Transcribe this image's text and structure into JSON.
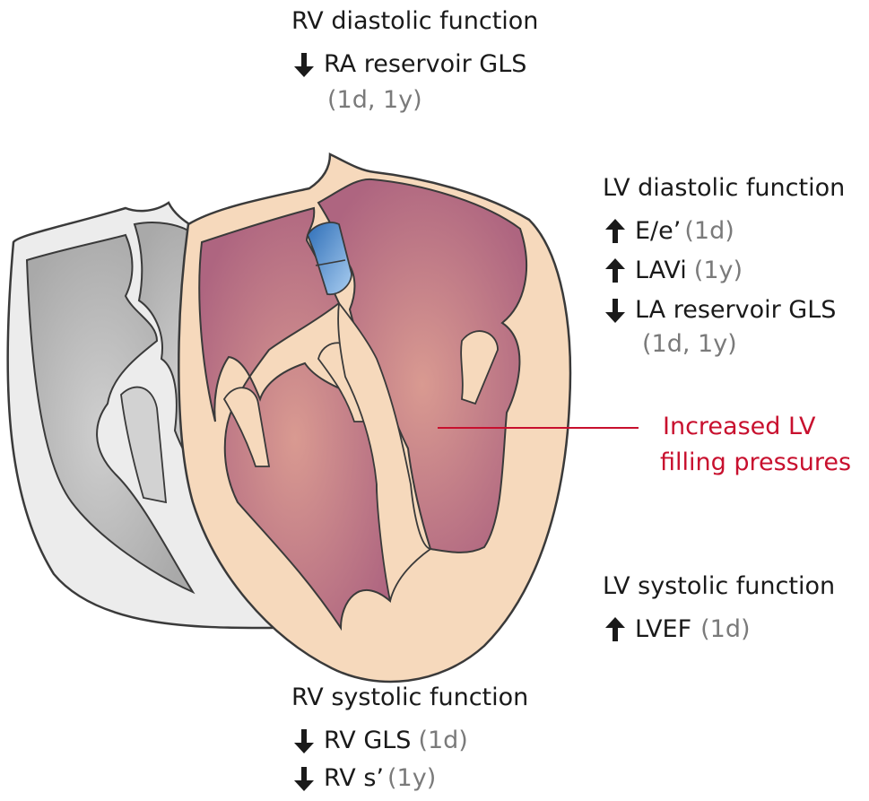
{
  "rv_diastolic": {
    "heading": "RV diastolic function",
    "items": [
      {
        "direction": "down",
        "label": "RA reservoir GLS",
        "timing": "(1d, 1y)"
      }
    ]
  },
  "lv_diastolic": {
    "heading": "LV diastolic function",
    "items": [
      {
        "direction": "up",
        "label": "E/e’",
        "timing": "(1d)"
      },
      {
        "direction": "up",
        "label": "LAVi",
        "timing": "(1y)"
      },
      {
        "direction": "down",
        "label": "LA reservoir GLS",
        "timing": "(1d, 1y)"
      }
    ]
  },
  "lv_systolic": {
    "heading": "LV systolic function",
    "items": [
      {
        "direction": "up",
        "label": "LVEF",
        "timing": "(1d)"
      }
    ]
  },
  "rv_systolic": {
    "heading": "RV systolic function",
    "items": [
      {
        "direction": "down",
        "label": "RV GLS",
        "timing": "(1d)"
      },
      {
        "direction": "down",
        "label": "RV s’",
        "timing": "(1y)"
      }
    ]
  },
  "callout": {
    "line1": "Increased LV",
    "line2": "filling pressures"
  },
  "colors": {
    "callout_red": "#c8102e",
    "muted_text": "#7a7a7a",
    "heart_shell": "#f6d9bc",
    "heart_chamber": "#b56c83",
    "valve_blue": "#6aa3dd",
    "ghost_shell": "#ececec",
    "ghost_chamber": "#b7b7b7"
  },
  "icons": {
    "up": "arrow-up-icon",
    "down": "arrow-down-icon"
  }
}
